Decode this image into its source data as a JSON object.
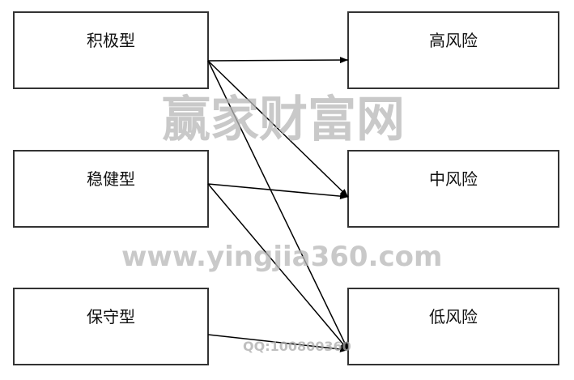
{
  "left_nodes": [
    {
      "label": "积极型"
    },
    {
      "label": "稳健型"
    },
    {
      "label": "保守型"
    }
  ],
  "right_nodes": [
    {
      "label": "高风险"
    },
    {
      "label": "中风险"
    },
    {
      "label": "低风险"
    }
  ],
  "edges": [
    {
      "from": "积极型",
      "to": "高风险"
    },
    {
      "from": "积极型",
      "to": "中风险"
    },
    {
      "from": "积极型",
      "to": "低风险"
    },
    {
      "from": "稳健型",
      "to": "中风险"
    },
    {
      "from": "稳健型",
      "to": "低风险"
    },
    {
      "from": "保守型",
      "to": "低风险"
    }
  ],
  "watermark": {
    "brand": "赢家财富网",
    "site": "www.yingjia360.com",
    "qq": "QQ:100800360"
  }
}
